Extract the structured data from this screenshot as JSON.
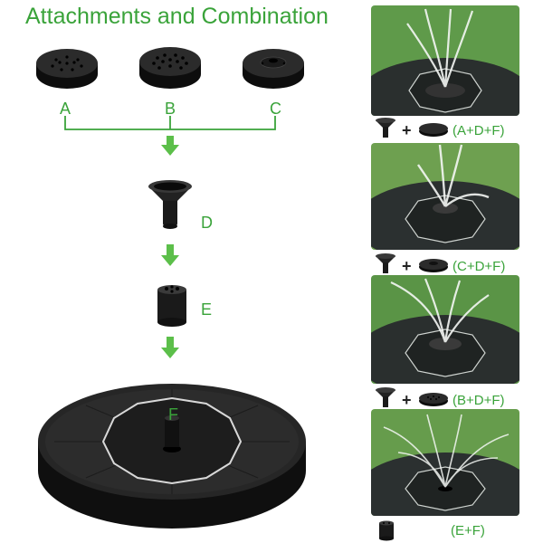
{
  "title": "Attachments and Combination",
  "nozzles": [
    {
      "label": "A"
    },
    {
      "label": "B"
    },
    {
      "label": "C"
    }
  ],
  "parts": {
    "d": "D",
    "e": "E",
    "f": "F"
  },
  "combinations": [
    {
      "label": "(A+D+F)",
      "plus": "+"
    },
    {
      "label": "(C+D+F)",
      "plus": "+"
    },
    {
      "label": "(B+D+F)",
      "plus": "+"
    },
    {
      "label": "(E+F)"
    }
  ],
  "colors": {
    "accent_green": "#3aa33a",
    "product_black": "#1a1a1a",
    "foliage_green": "#5f9a4a"
  }
}
